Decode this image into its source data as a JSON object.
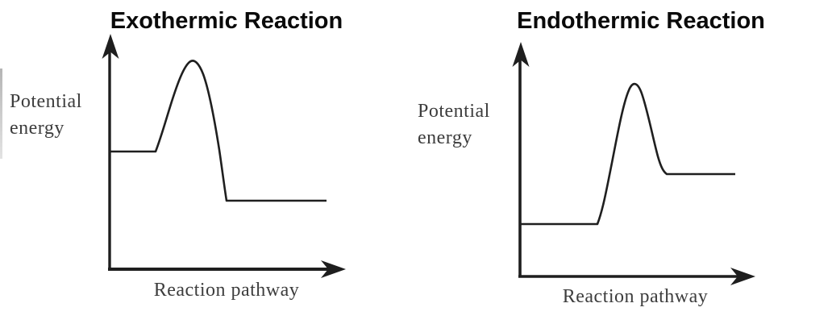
{
  "figure": {
    "background": "#ffffff",
    "line_color": "#1e1e1e",
    "axis_label_color": "#3d3d3d",
    "title_color": "#0a0a0a"
  },
  "charts": [
    {
      "id": "exothermic",
      "title": "Exothermic Reaction",
      "ylabel_line1": "Potential",
      "ylabel_line2": "energy",
      "xlabel": "Reaction pathway"
    },
    {
      "id": "endothermic",
      "title": "Endothermic Reaction",
      "ylabel_line1": "Potential",
      "ylabel_line2": "energy",
      "xlabel": "Reaction pathway"
    }
  ],
  "chart_data": [
    {
      "type": "line",
      "title": "Exothermic Reaction",
      "xlabel": "Reaction pathway",
      "ylabel": "Potential energy",
      "axes": "qualitative axes with arrowheads, no ticks, no gridlines, no legend",
      "series": [
        {
          "name": "potential energy profile",
          "x_relative_pct": [
            0,
            20,
            35,
            49,
            92
          ],
          "y_relative_pct": [
            57,
            57,
            100,
            33,
            33
          ],
          "points": [
            {
              "x": 0,
              "y": 57,
              "feature": "reactants energy level (flat segment starts at y-axis)"
            },
            {
              "x": 20,
              "y": 57,
              "feature": "end of reactants plateau, curve rises"
            },
            {
              "x": 35,
              "y": 100,
              "feature": "activation-energy peak (rounded hump)"
            },
            {
              "x": 49,
              "y": 33,
              "feature": "curve levels off at products energy"
            },
            {
              "x": 92,
              "y": 33,
              "feature": "products energy level (flat segment end)"
            }
          ]
        }
      ],
      "energy_change": "products lower than reactants (energy released)"
    },
    {
      "type": "line",
      "title": "Endothermic Reaction",
      "xlabel": "Reaction pathway",
      "ylabel": "Potential energy",
      "axes": "qualitative axes with arrowheads, no ticks, no gridlines, no legend",
      "series": [
        {
          "name": "potential energy profile",
          "x_relative_pct": [
            0,
            33,
            48,
            63,
            92
          ],
          "y_relative_pct": [
            27,
            27,
            100,
            53,
            53
          ],
          "points": [
            {
              "x": 0,
              "y": 27,
              "feature": "reactants energy level (flat segment starts at y-axis)"
            },
            {
              "x": 33,
              "y": 27,
              "feature": "end of reactants plateau, curve rises"
            },
            {
              "x": 48,
              "y": 100,
              "feature": "activation-energy peak (rounded hump)"
            },
            {
              "x": 63,
              "y": 53,
              "feature": "curve levels off at products energy"
            },
            {
              "x": 92,
              "y": 53,
              "feature": "products energy level (flat segment end)"
            }
          ]
        }
      ],
      "energy_change": "products higher than reactants (energy absorbed)"
    }
  ]
}
